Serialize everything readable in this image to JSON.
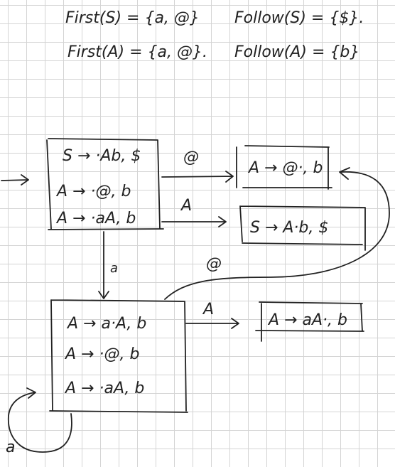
{
  "sets": {
    "first_s": "First(S) = {a, @}",
    "follow_s": "Follow(S) = {$}.",
    "first_a": "First(A) = {a, @}.",
    "follow_a": "Follow(A) = {b}"
  },
  "states": {
    "i0": [
      "S → ·Ab, $",
      "A → ·@, b",
      "A → ·aA, b"
    ],
    "i1": [
      "A → @·, b"
    ],
    "i2": [
      "S → A·b, $"
    ],
    "i3": [
      "A → a·A, b",
      "A → ·@, b",
      "A → ·aA, b"
    ],
    "i4": [
      "A → aA·, b"
    ]
  },
  "edges": {
    "i0_i1": "@",
    "i0_i2": "A",
    "i0_i3": "a",
    "i3_i1": "@",
    "i3_i4": "A",
    "i3_i3": "a"
  },
  "colors": {
    "ink": "#222222",
    "grid": "#d4d4d4"
  }
}
